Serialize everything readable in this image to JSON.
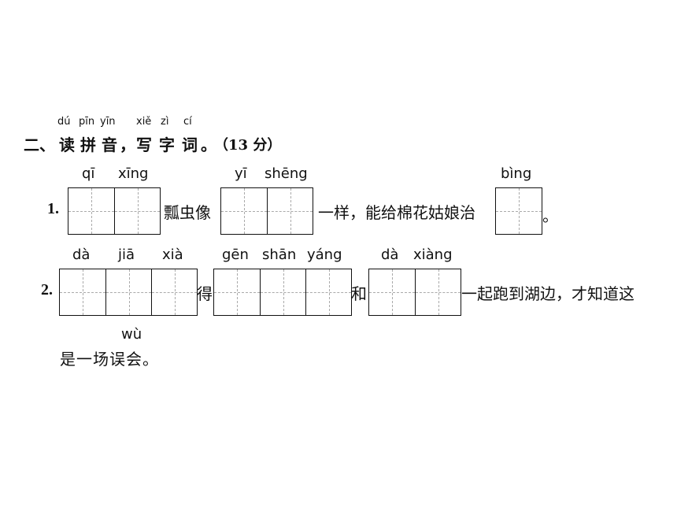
{
  "section": {
    "number": "二、",
    "title_chars": [
      "读",
      "拼",
      "音",
      "，",
      "写",
      "字",
      "词",
      "。"
    ],
    "title_pinyin": [
      "dú",
      "pīn",
      "yīn",
      "xiě",
      "zì",
      "cí"
    ],
    "score": "（13 分）"
  },
  "q1": {
    "number": "1.",
    "pinyin": [
      "qī",
      "xīng",
      "yī",
      "shēng",
      "bìng"
    ],
    "text1": "瓢虫像",
    "text2": "一样，能给棉花姑娘治",
    "text3": "。"
  },
  "q2": {
    "number": "2.",
    "pinyin": [
      "dà",
      "jiā",
      "xià",
      "gēn",
      "shān",
      "yáng",
      "dà",
      "xiàng"
    ],
    "text1": "得",
    "text2": "和",
    "text3": "一起跑到湖边，才知道这",
    "line2": "是一场误会。",
    "line2_pinyin": "wù"
  }
}
